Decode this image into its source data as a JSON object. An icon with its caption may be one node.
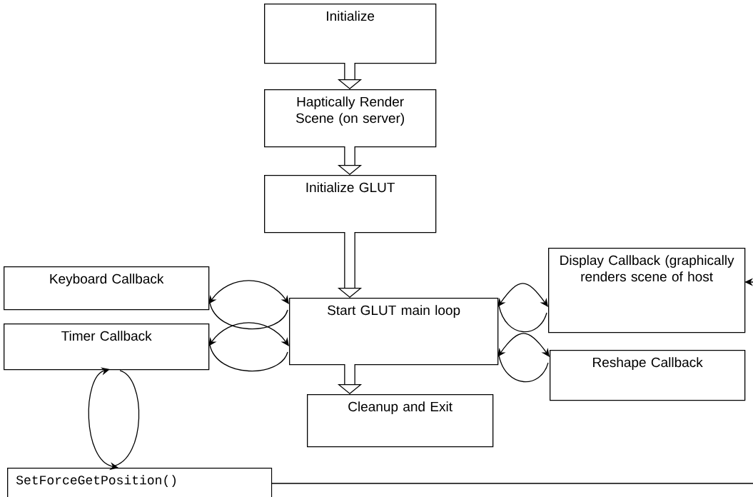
{
  "diagram": {
    "nodes": [
      {
        "text": [
          "Initialize"
        ]
      },
      {
        "text": [
          "Haptically Render Scene (on server)"
        ]
      },
      {
        "text": [
          "Initialize GLUT"
        ]
      },
      {
        "text": [
          "Keyboard Callback"
        ]
      },
      {
        "text": [
          "Start GLUT main loop"
        ]
      },
      {
        "text": [
          "Display Callback (graphically renders scene of host"
        ]
      },
      {
        "text": [
          "Timer Callback"
        ]
      },
      {
        "text": [
          "Reshape Callback"
        ]
      },
      {
        "text": [
          "Cleanup and Exit"
        ]
      },
      {
        "text": [
          "SetForceGetPosition()"
        ]
      }
    ],
    "edges": [
      {
        "from": 0,
        "to": 1,
        "arrow": "to",
        "style": "thick"
      },
      {
        "from": 1,
        "to": 2,
        "arrow": "to",
        "style": "thick"
      },
      {
        "from": 2,
        "to": 4,
        "arrow": "to",
        "style": "thick"
      },
      {
        "from": 3,
        "to": 4,
        "arrow": "both"
      },
      {
        "from": 4,
        "to": 5,
        "arrow": "both"
      },
      {
        "from": 6,
        "to": 4,
        "arrow": "both"
      },
      {
        "from": 4,
        "to": 7,
        "arrow": "both"
      },
      {
        "from": 4,
        "to": 8,
        "arrow": "to",
        "style": "thick"
      },
      {
        "from": 6,
        "to": 9,
        "arrow": "both"
      },
      {
        "from": null,
        "to": 5,
        "arrow": "to"
      },
      {
        "from": 9,
        "to": null,
        "arrow": "none"
      }
    ]
  }
}
